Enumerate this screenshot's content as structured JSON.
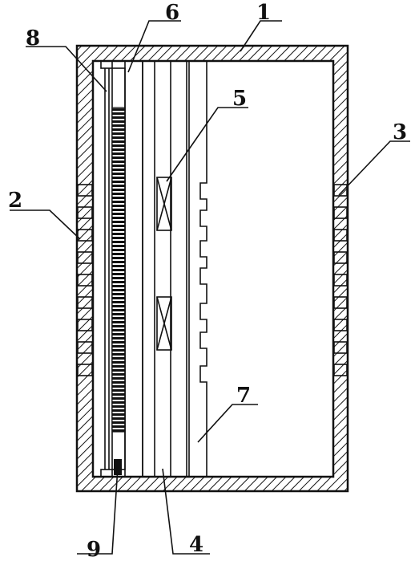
{
  "diagram": {
    "colors": {
      "ink": "#111111",
      "paper": "#ffffff"
    },
    "labels": [
      {
        "id": "label-1",
        "text": "1"
      },
      {
        "id": "label-2",
        "text": "2"
      },
      {
        "id": "label-3",
        "text": "3"
      },
      {
        "id": "label-4",
        "text": "4"
      },
      {
        "id": "label-5",
        "text": "5"
      },
      {
        "id": "label-6",
        "text": "6"
      },
      {
        "id": "label-7",
        "text": "7"
      },
      {
        "id": "label-8",
        "text": "8"
      },
      {
        "id": "label-9",
        "text": "9"
      }
    ]
  }
}
